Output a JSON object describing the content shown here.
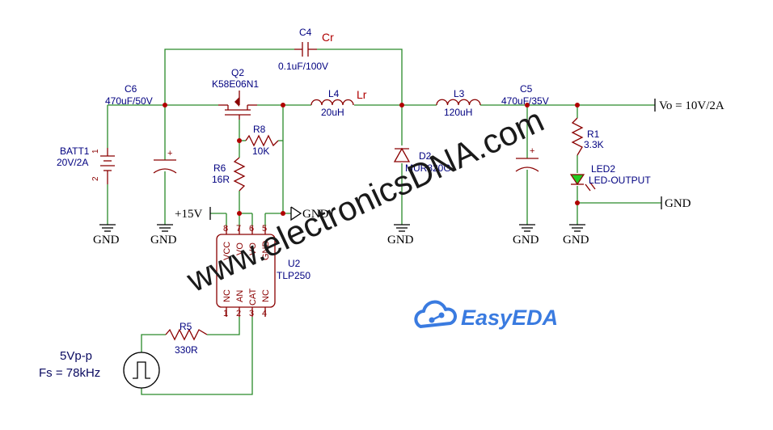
{
  "components": {
    "c4": {
      "ref": "C4",
      "value": "0.1uF/100V",
      "tag": "Cr"
    },
    "q2": {
      "ref": "Q2",
      "value": "K58E06N1"
    },
    "c6": {
      "ref": "C6",
      "value": "470uF/50V"
    },
    "l4": {
      "ref": "L4",
      "value": "20uH",
      "tag": "Lr"
    },
    "l3": {
      "ref": "L3",
      "value": "120uH"
    },
    "c5": {
      "ref": "C5",
      "value": "470uF/35V"
    },
    "r8": {
      "ref": "R8",
      "value": "10K"
    },
    "r6": {
      "ref": "R6",
      "value": "16R"
    },
    "r1": {
      "ref": "R1",
      "value": "3.3K"
    },
    "r5": {
      "ref": "R5",
      "value": "330R"
    },
    "batt1": {
      "ref": "BATT1",
      "value": "20V/2A"
    },
    "d2": {
      "ref": "D2",
      "value": "MUR820G"
    },
    "led2": {
      "ref": "LED2",
      "value": "LED-OUTPUT"
    },
    "u2": {
      "ref": "U2",
      "value": "TLP250",
      "top_pins": [
        "VCC",
        "VO",
        "VO",
        "GND"
      ],
      "top_nums": [
        "8",
        "7",
        "6",
        "5"
      ],
      "bottom_pins": [
        "NC",
        "AN",
        "CAT",
        "NC"
      ],
      "bottom_nums": [
        "1",
        "2",
        "3",
        "4"
      ]
    }
  },
  "nets": {
    "gnd": "GND",
    "vcc15": "+15V",
    "vo": "Vo = 10V/2A",
    "gnd_out": "GND"
  },
  "source": {
    "line1": "5Vp-p",
    "line2": "Fs = 78kHz"
  },
  "watermark": "www.electronicsDNA.com",
  "logo": {
    "text": "EasyEDA"
  },
  "colors": {
    "wire": "#2a8a2a",
    "part": "#8a0000",
    "label": "#000080",
    "logo": "#3a7be0"
  }
}
